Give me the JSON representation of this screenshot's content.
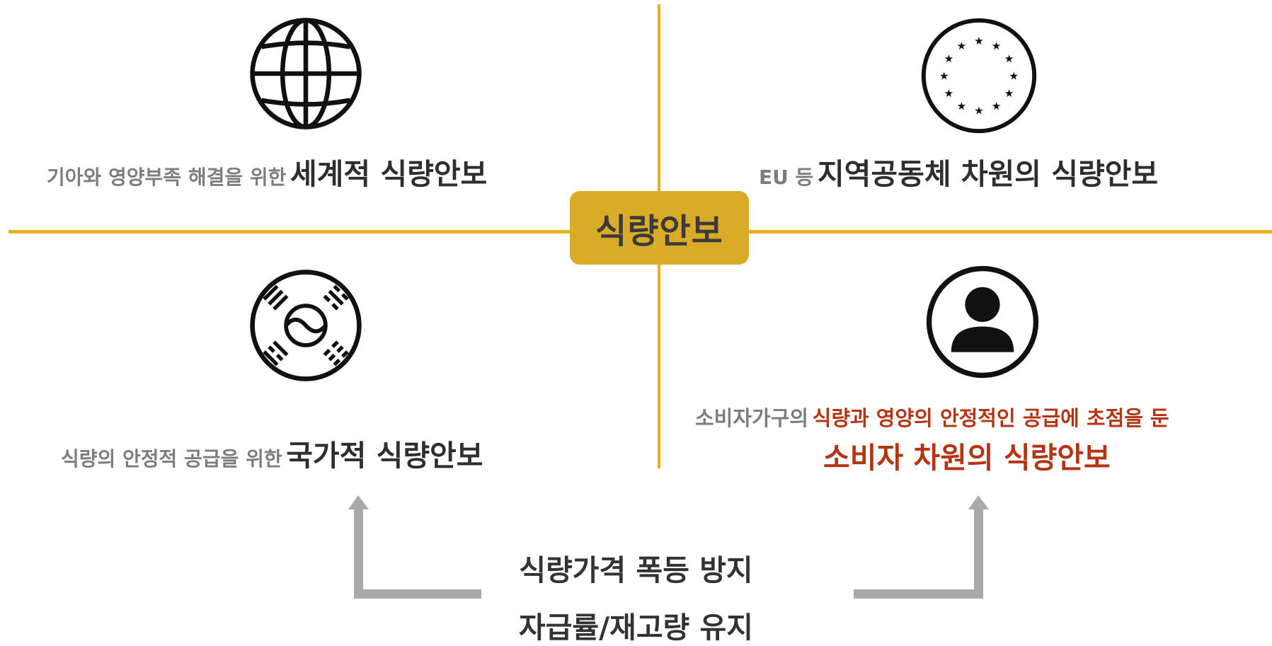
{
  "center": {
    "title": "식량안보"
  },
  "quadrants": {
    "top_left": {
      "lead": "기아와 영양부족 해결을 위한",
      "emphasis": "세계적 식량안보",
      "icon": "globe-icon"
    },
    "top_right": {
      "lead": "EU 등",
      "emphasis": "지역공동체 차원의 식량안보",
      "icon": "eu-stars-icon"
    },
    "bottom_left": {
      "lead": "식량의 안정적 공급을 위한",
      "emphasis": "국가적 식량안보",
      "icon": "taegeuk-icon"
    },
    "bottom_right": {
      "lead": "소비자가구의",
      "highlight": "식량과 영양의 안정적인 공급에 초점을 둔",
      "emphasis": "소비자 차원의 식량안보",
      "icon": "user-icon"
    }
  },
  "bottom": {
    "line1": "식량가격 폭등 방지",
    "line2": "자급률/재고량 유지"
  },
  "colors": {
    "axis": "#e6b21f",
    "badge": "#d9ab27",
    "highlight": "#b33512",
    "muted": "#7d7d7d",
    "arrow": "#a9a9a9"
  }
}
